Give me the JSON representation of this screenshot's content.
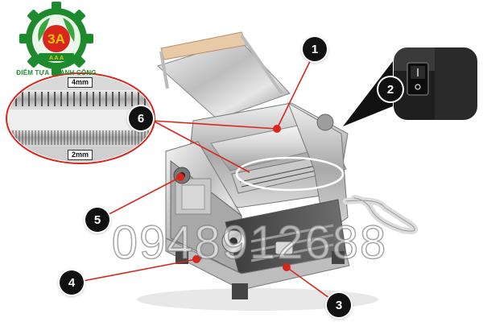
{
  "logo": {
    "badge_text": "3A",
    "stars_text": "A A A",
    "caption": "ĐIỂM TỰA THÀNH CÔNG"
  },
  "inset": {
    "top_label": "4mm",
    "bottom_label": "2mm"
  },
  "callouts": [
    "1",
    "2",
    "3",
    "4",
    "5",
    "6"
  ],
  "watermark": "0948912688",
  "colors": {
    "logo_green": "#1e8a2e",
    "logo_red": "#d8261c",
    "logo_yellow": "#f2c400",
    "callout_line": "#d8261c",
    "callout_badge": "#111111"
  }
}
